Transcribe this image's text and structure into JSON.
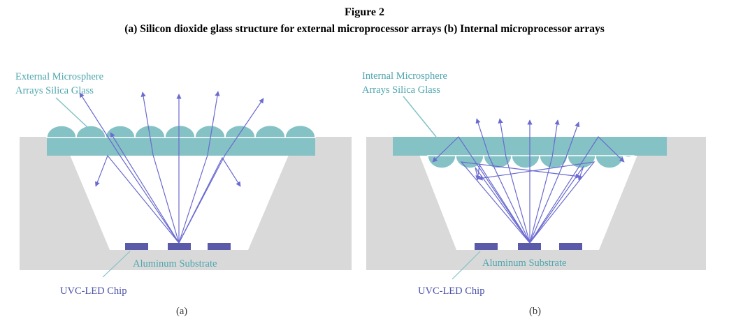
{
  "figure": {
    "number": "Figure 2",
    "caption": "(a) Silicon dioxide glass structure for external microprocessor arrays (b) Internal microprocessor arrays"
  },
  "panel_a": {
    "label_line1": "External Microsphere",
    "label_line2": "Arrays Silica Glass",
    "substrate_label": "Aluminum Substrate",
    "chip_label": "UVC-LED Chip",
    "sublabel": "(a)"
  },
  "panel_b": {
    "label_line1": "Internal Microsphere",
    "label_line2": "Arrays Silica Glass",
    "substrate_label": "Aluminum Substrate",
    "chip_label": "UVC-LED Chip",
    "sublabel": "(b)"
  },
  "colors": {
    "glass": "#84c2c5",
    "housing": "#d9d9d9",
    "chip": "#5a5aa8",
    "ray": "#6a6ad0",
    "label_teal": "#4fa6ae",
    "label_blue": "#4a4fa8"
  }
}
